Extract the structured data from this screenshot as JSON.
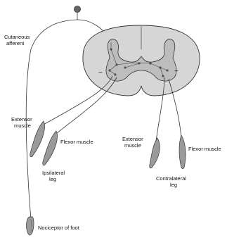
{
  "labels": {
    "cutaneous": [
      "Cutaneous",
      "afferent"
    ],
    "ipsi_extensor": [
      "Extensor",
      "muscle"
    ],
    "ipsi_flexor": "Flexor muscle",
    "ipsi_leg": [
      "Ipsilateral",
      "leg"
    ],
    "contra_extensor": [
      "Extensor",
      "muscle"
    ],
    "contra_flexor": "Flexor muscle",
    "contra_leg": [
      "Contralateral",
      "leg"
    ],
    "nociceptor": "Nociceptor of foot",
    "minus_left": "−",
    "minus_right": "−"
  },
  "colors": {
    "cord_fill": "#d6d6d6",
    "grey_matter": "#bdbdbd",
    "muscle": "#9a9a9a",
    "line": "#333333"
  }
}
